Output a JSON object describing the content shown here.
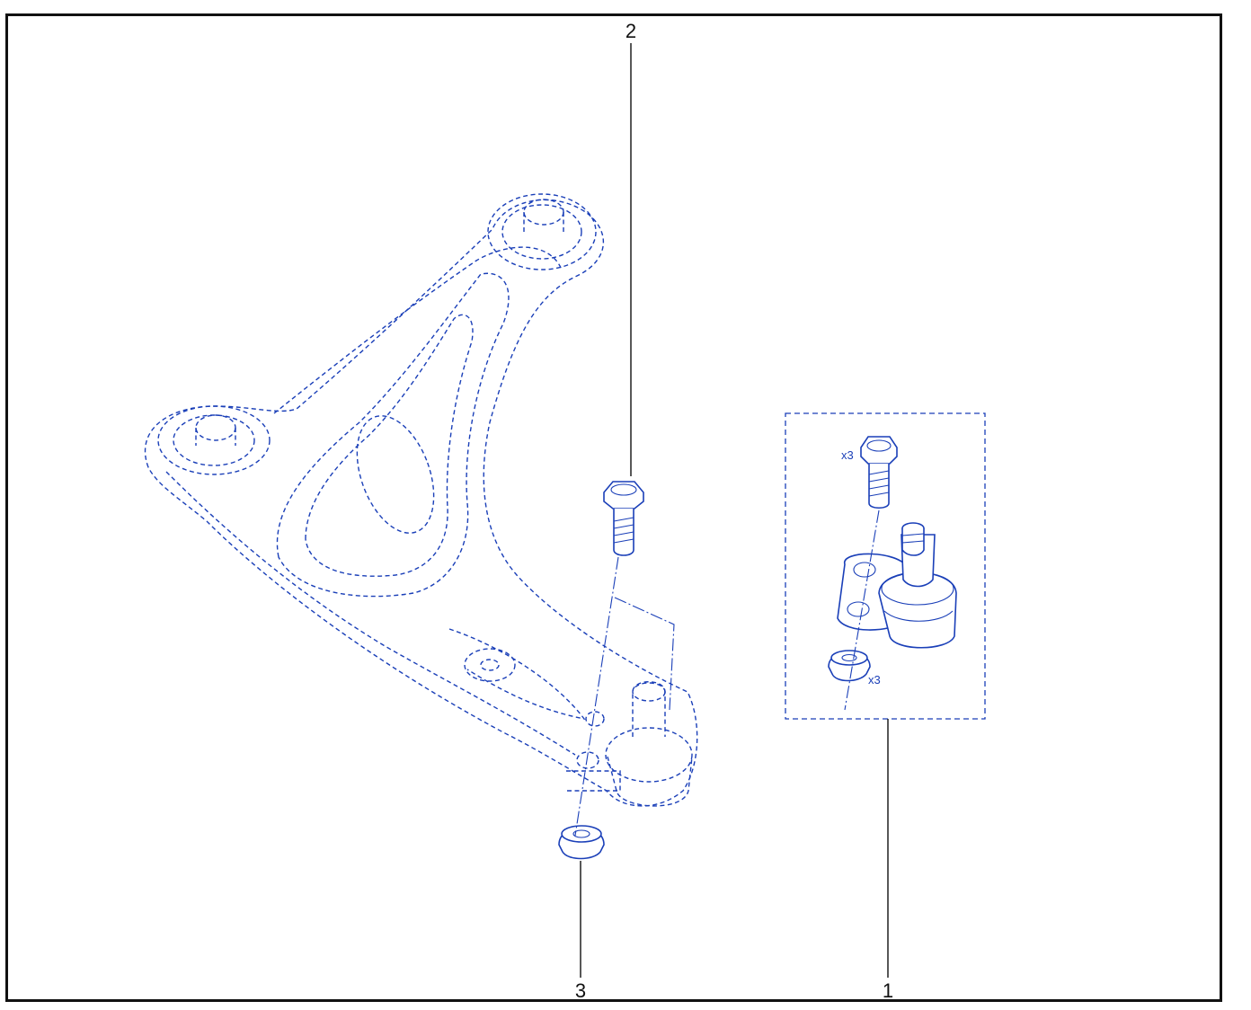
{
  "diagram": {
    "callouts": [
      {
        "id": "1",
        "label": "1"
      },
      {
        "id": "2",
        "label": "2"
      },
      {
        "id": "3",
        "label": "3"
      }
    ],
    "kit_quantities": {
      "bolt": "x3",
      "nut": "x3"
    }
  },
  "colors": {
    "part_line": "#1a3fb8",
    "leader_line": "#111111",
    "frame": "#111111"
  }
}
